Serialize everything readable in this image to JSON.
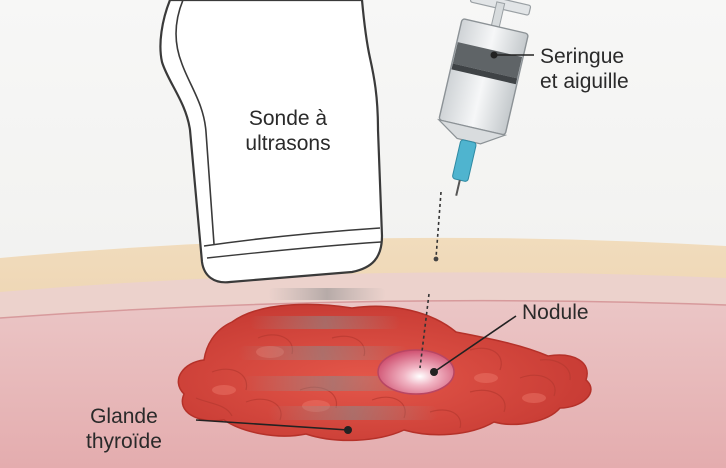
{
  "labels": {
    "probe": [
      "Sonde à",
      "ultrasons"
    ],
    "syringe": [
      "Seringue",
      "et aiguille"
    ],
    "nodule": "Nodule",
    "gland": [
      "Glande",
      "thyroïde"
    ]
  },
  "colors": {
    "background": "#f4f4f2",
    "skin": "#edd3ad",
    "subcutis": "#e9cdc8",
    "muscle": "#e6b4b6",
    "thyroid": "#d8453c",
    "nodule": "#e27e95",
    "needle_hub": "#4fb4cf",
    "probe": "#ffffff"
  },
  "icons": {
    "probe": "ultrasound-probe-icon",
    "syringe": "syringe-icon",
    "needle": "needle-icon",
    "thyroid": "thyroid-gland-icon",
    "nodule": "nodule-icon"
  }
}
